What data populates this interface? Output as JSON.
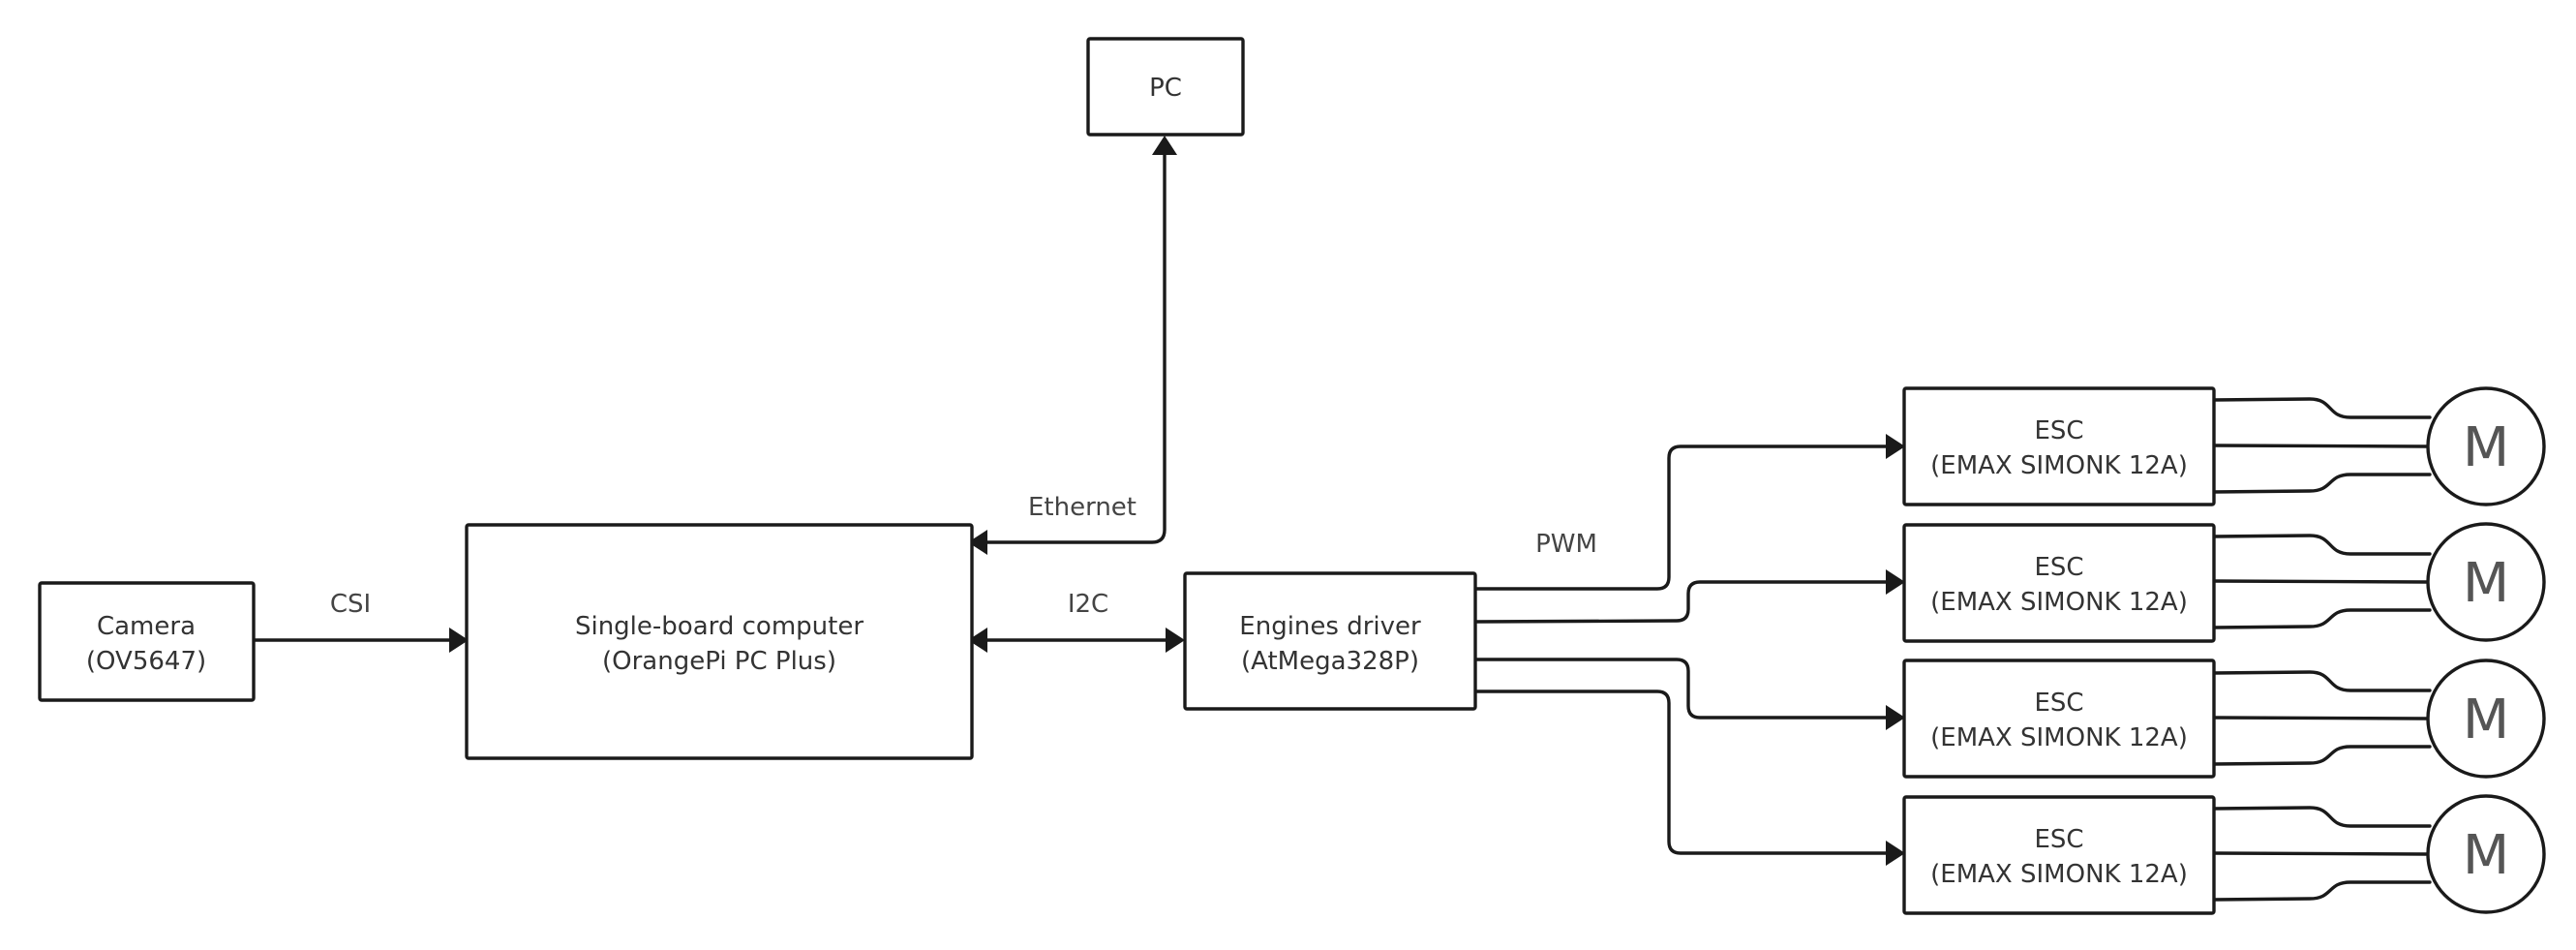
{
  "nodes": {
    "camera": {
      "line1": "Camera",
      "line2": "(OV5647)"
    },
    "sbc": {
      "line1": "Single-board computer",
      "line2": "(OrangePi PC Plus)"
    },
    "pc": {
      "line1": "PC"
    },
    "driver": {
      "line1": "Engines driver",
      "line2": "(AtMega328P)"
    },
    "escs": [
      {
        "line1": "ESC",
        "line2": "(EMAX SIMONK 12A)"
      },
      {
        "line1": "ESC",
        "line2": "(EMAX SIMONK 12A)"
      },
      {
        "line1": "ESC",
        "line2": "(EMAX SIMONK 12A)"
      },
      {
        "line1": "ESC",
        "line2": "(EMAX SIMONK 12A)"
      }
    ],
    "motors": [
      {
        "label": "M"
      },
      {
        "label": "M"
      },
      {
        "label": "M"
      },
      {
        "label": "M"
      }
    ]
  },
  "edges": {
    "csi": "CSI",
    "i2c": "I2C",
    "ethernet": "Ethernet",
    "pwm": "PWM"
  }
}
